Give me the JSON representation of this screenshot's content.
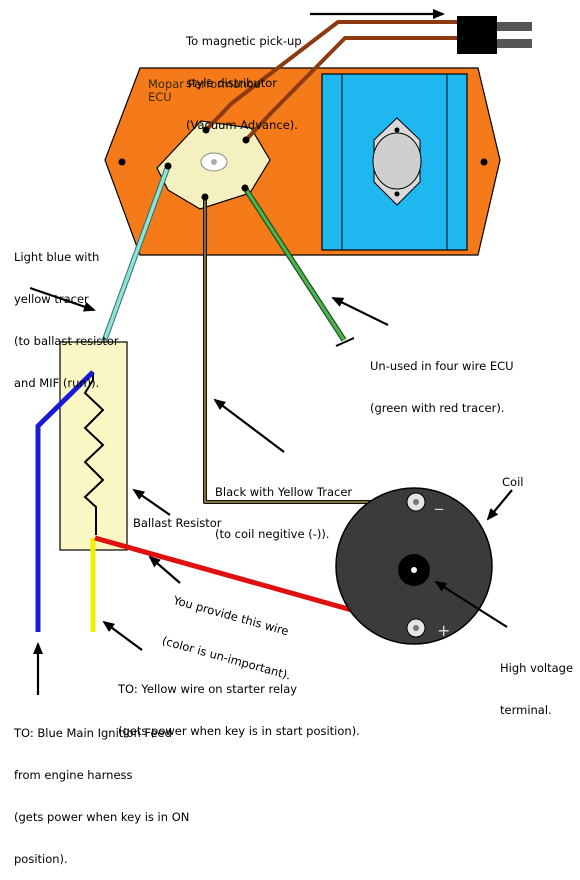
{
  "ecu": {
    "title_line1": "Mopar Performance",
    "title_line2": "ECU"
  },
  "labels": {
    "distributor": [
      "To magnetic pick-up",
      "style distributor",
      "(Vacuum Advance)."
    ],
    "light_blue": [
      "Light blue with",
      "yellow tracer",
      "(to ballast resistor",
      "and MIF (run))."
    ],
    "unused": [
      "Un-used in four wire ECU",
      "(green with red tracer)."
    ],
    "black_yellow": [
      "Black with Yellow Tracer",
      "(to coil negitive (-))."
    ],
    "coil": "Coil",
    "ballast": "Ballast Resistor",
    "provide": [
      "You provide this wire",
      "(color is un-important)."
    ],
    "high_voltage": [
      "High voltage",
      "terminal."
    ],
    "yellow_wire": [
      "TO: Yellow wire on starter relay",
      "(gets power when key is in start position)."
    ],
    "blue_feed": [
      "TO: Blue Main Ignition Feed",
      "from engine harness",
      "(gets power when key is in ON",
      "position)."
    ]
  },
  "coil_terminals": {
    "negative": "_",
    "positive": "+"
  },
  "colors": {
    "ecu_body": "#f47a1a",
    "heatsink": "#1fb7f0",
    "connector": "#f5f0c0",
    "ballast": "#fbf7c4",
    "coil": "#3b3b3b",
    "wire_brown": "#8b3a12",
    "wire_light_blue": "#8fe3d6",
    "wire_green": "#2e8b2e",
    "wire_black": "#111111",
    "wire_blue": "#1a1ad6",
    "wire_yellow": "#f0f000",
    "wire_red": "#e01010"
  }
}
